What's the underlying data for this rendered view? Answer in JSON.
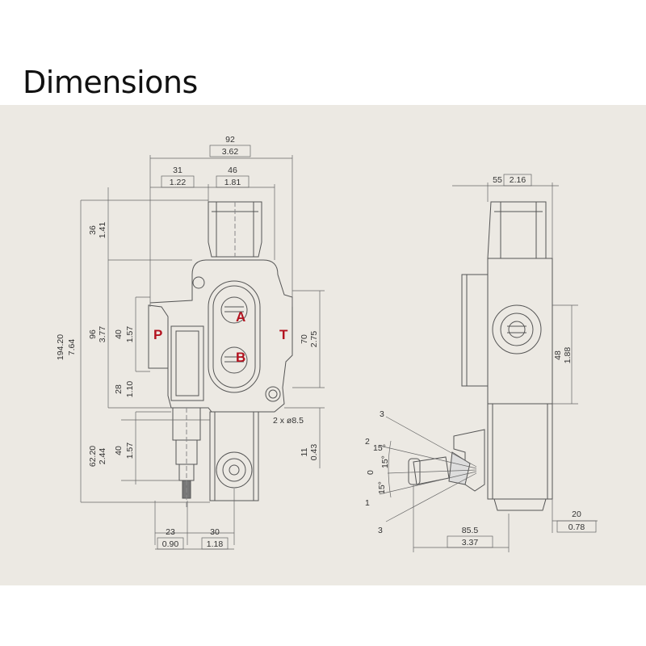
{
  "title": "Dimensions",
  "ports": {
    "p": "P",
    "a": "A",
    "b": "B",
    "t": "T"
  },
  "front": {
    "w92": "92",
    "w92_in": "3.62",
    "w31": "31",
    "w31_in": "1.22",
    "w46": "46",
    "w46_in": "1.81",
    "h194": "194.20",
    "h194_in": "7.64",
    "h36": "36",
    "h36_in": "1.41",
    "h96": "96",
    "h96_in": "3.77",
    "h40a": "40",
    "h40a_in": "1.57",
    "h28": "28",
    "h28_in": "1.10",
    "h62": "62.20",
    "h62_in": "2.44",
    "h40b": "40",
    "h40b_in": "1.57",
    "h70": "70",
    "h70_in": "2.75",
    "h11": "11",
    "h11_in": "0.43",
    "hole": "2 x ø8.5",
    "w23": "23",
    "w23_in": "0.90",
    "w30": "30",
    "w30_in": "1.18"
  },
  "side": {
    "w55": "55",
    "w55_in": "2.16",
    "h48": "48",
    "h48_in": "1.88",
    "w20": "20",
    "w20_in": "0.78",
    "w85": "85.5",
    "w85_in": "3.37",
    "ang_2": "2",
    "ang_3a": "3",
    "ang_0": "0",
    "ang_1": "1",
    "ang_3b": "3",
    "deg_a": "15°",
    "deg_b": "15°",
    "deg_c": "15°"
  },
  "colors": {
    "panel": "#ece9e3",
    "line": "#555555",
    "port": "#b3121f"
  }
}
